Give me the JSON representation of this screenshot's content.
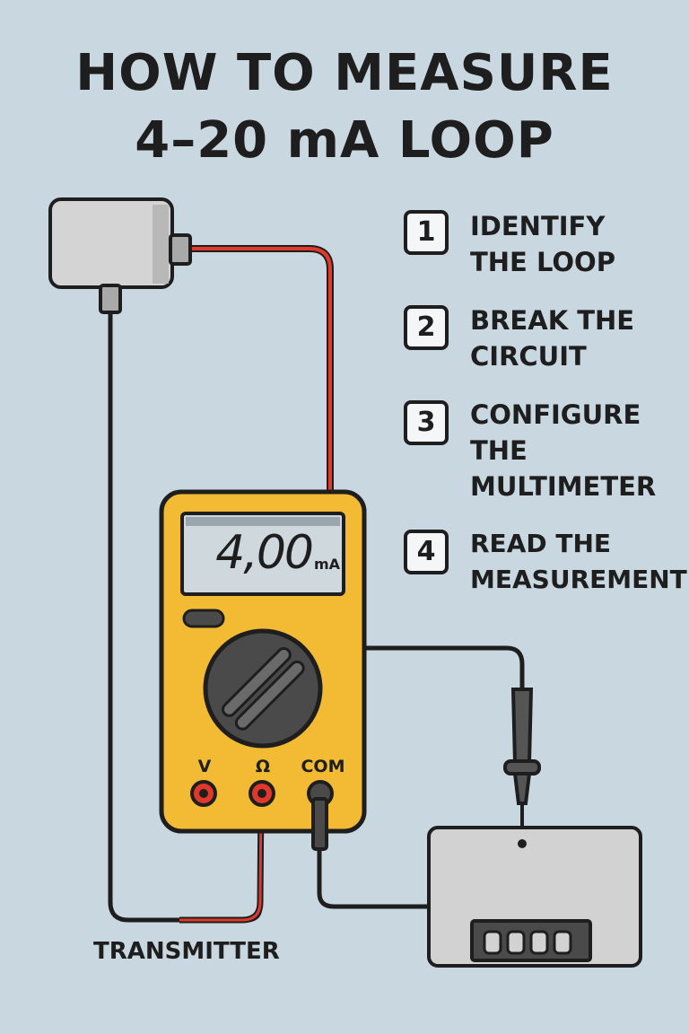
{
  "title": {
    "line1": "HOW TO MEASURE",
    "line2": "4–20 mA LOOP"
  },
  "steps": [
    {
      "number": "1",
      "lines": [
        "IDENTIFY",
        "THE LOOP"
      ]
    },
    {
      "number": "2",
      "lines": [
        "BREAK THE",
        "CIRCUIT"
      ]
    },
    {
      "number": "3",
      "lines": [
        "CONFIGURE",
        "THE",
        "MULTIMETER"
      ]
    },
    {
      "number": "4",
      "lines": [
        "READ THE",
        "MEASUREMENT"
      ]
    }
  ],
  "multimeter": {
    "reading": "4,00",
    "unit": "mA",
    "terminals": {
      "v": "V",
      "ohm": "Ω",
      "com": "COM"
    }
  },
  "labels": {
    "transmitter": "TRANSMITTER"
  },
  "colors": {
    "background": "#c9d8e0",
    "outline": "#1e1e1e",
    "multimeter_body": "#f2bb33",
    "lcd": "#cfd8dc",
    "dial": "#4a4a4a",
    "red_wire": "#e0382b",
    "device_gray": "#d2d2d2"
  }
}
